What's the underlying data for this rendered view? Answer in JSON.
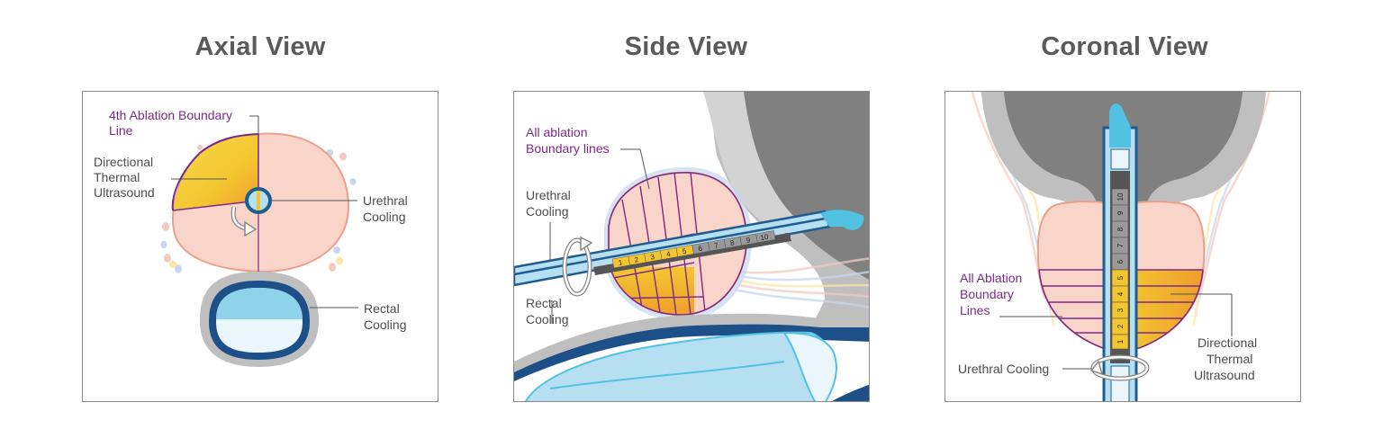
{
  "views": {
    "axial": {
      "title": "Axial View",
      "labels": {
        "boundary_1": "4th Ablation Boundary",
        "boundary_2": "Line",
        "dtu_1": "Directional",
        "dtu_2": "Thermal",
        "dtu_3": "Ultrasound",
        "urethral_1": "Urethral",
        "urethral_2": "Cooling",
        "rectal_1": "Rectal",
        "rectal_2": "Cooling"
      }
    },
    "side": {
      "title": "Side View",
      "labels": {
        "boundary_1": "All ablation",
        "boundary_2": "Boundary lines",
        "urethral_1": "Urethral",
        "urethral_2": "Cooling",
        "rectal_1": "Rectal",
        "rectal_2": "Cooling"
      },
      "segments": [
        "1",
        "2",
        "3",
        "4",
        "5",
        "6",
        "7",
        "8",
        "9",
        "10"
      ]
    },
    "coronal": {
      "title": "Coronal View",
      "labels": {
        "boundary_1": "All Ablation",
        "boundary_2": "Boundary",
        "boundary_3": "Lines",
        "dtu_1": "Directional",
        "dtu_2": "Thermal",
        "dtu_3": "Ultrasound",
        "urethral": "Urethral Cooling"
      },
      "segments": [
        "10",
        "9",
        "8",
        "7",
        "6",
        "5",
        "4",
        "3",
        "2",
        "1"
      ]
    }
  },
  "colors": {
    "prostate": "#f8d5c8",
    "prostate_outline": "#e9a08c",
    "boundary": "#7b2a8a",
    "ablation_yellow": "#f3c630",
    "ablation_orange": "#ef9a2b",
    "catheter": "#b6e0f2",
    "catheter_outline": "#1f5c8f",
    "catheter_tip": "#52c2e3",
    "rectum_outer": "#1d4f88",
    "rectum_water": "#8fd3ea",
    "tissue_gray": "#bfbfbf",
    "bladder_dark": "#808080",
    "text_gray": "#4d4d4d"
  }
}
